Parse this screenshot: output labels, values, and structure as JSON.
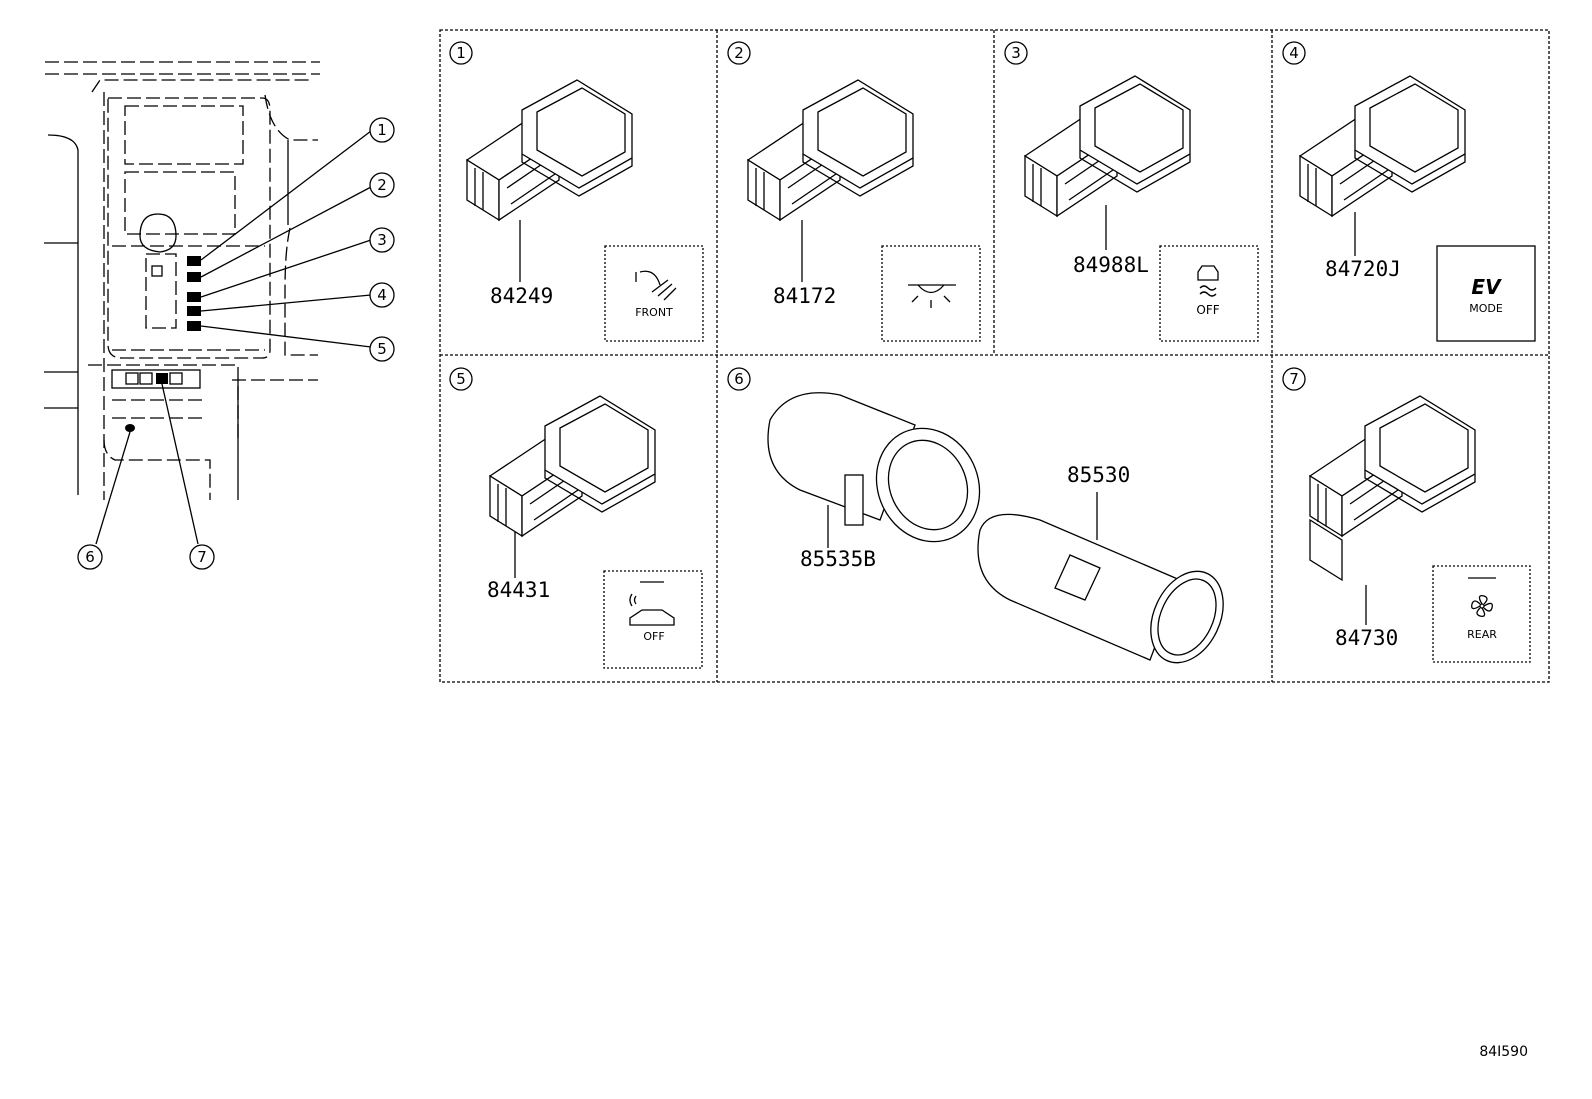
{
  "callouts": [
    "1",
    "2",
    "3",
    "4",
    "5",
    "6",
    "7"
  ],
  "panels": [
    {
      "index": "1",
      "part_number": "84249",
      "icon": "front-fog-light-icon",
      "icon_text": "FRONT"
    },
    {
      "index": "2",
      "part_number": "84172",
      "icon": "interior-light-icon",
      "icon_text": ""
    },
    {
      "index": "3",
      "part_number": "84988L",
      "icon": "traction-control-off-icon",
      "icon_text": "OFF"
    },
    {
      "index": "4",
      "part_number": "84720J",
      "icon": "ev-mode-icon",
      "icon_text": "EV",
      "icon_subtext": "MODE"
    },
    {
      "index": "5",
      "part_number": "84431",
      "icon": "intrusion-sensor-off-icon",
      "icon_text": "OFF"
    },
    {
      "index": "6",
      "part_numbers": [
        "85535B",
        "85530"
      ],
      "icon": "power-outlet-icon"
    },
    {
      "index": "7",
      "part_number": "84730",
      "icon": "rear-fan-icon",
      "icon_text": "REAR"
    }
  ],
  "diagram_id": "84I590"
}
